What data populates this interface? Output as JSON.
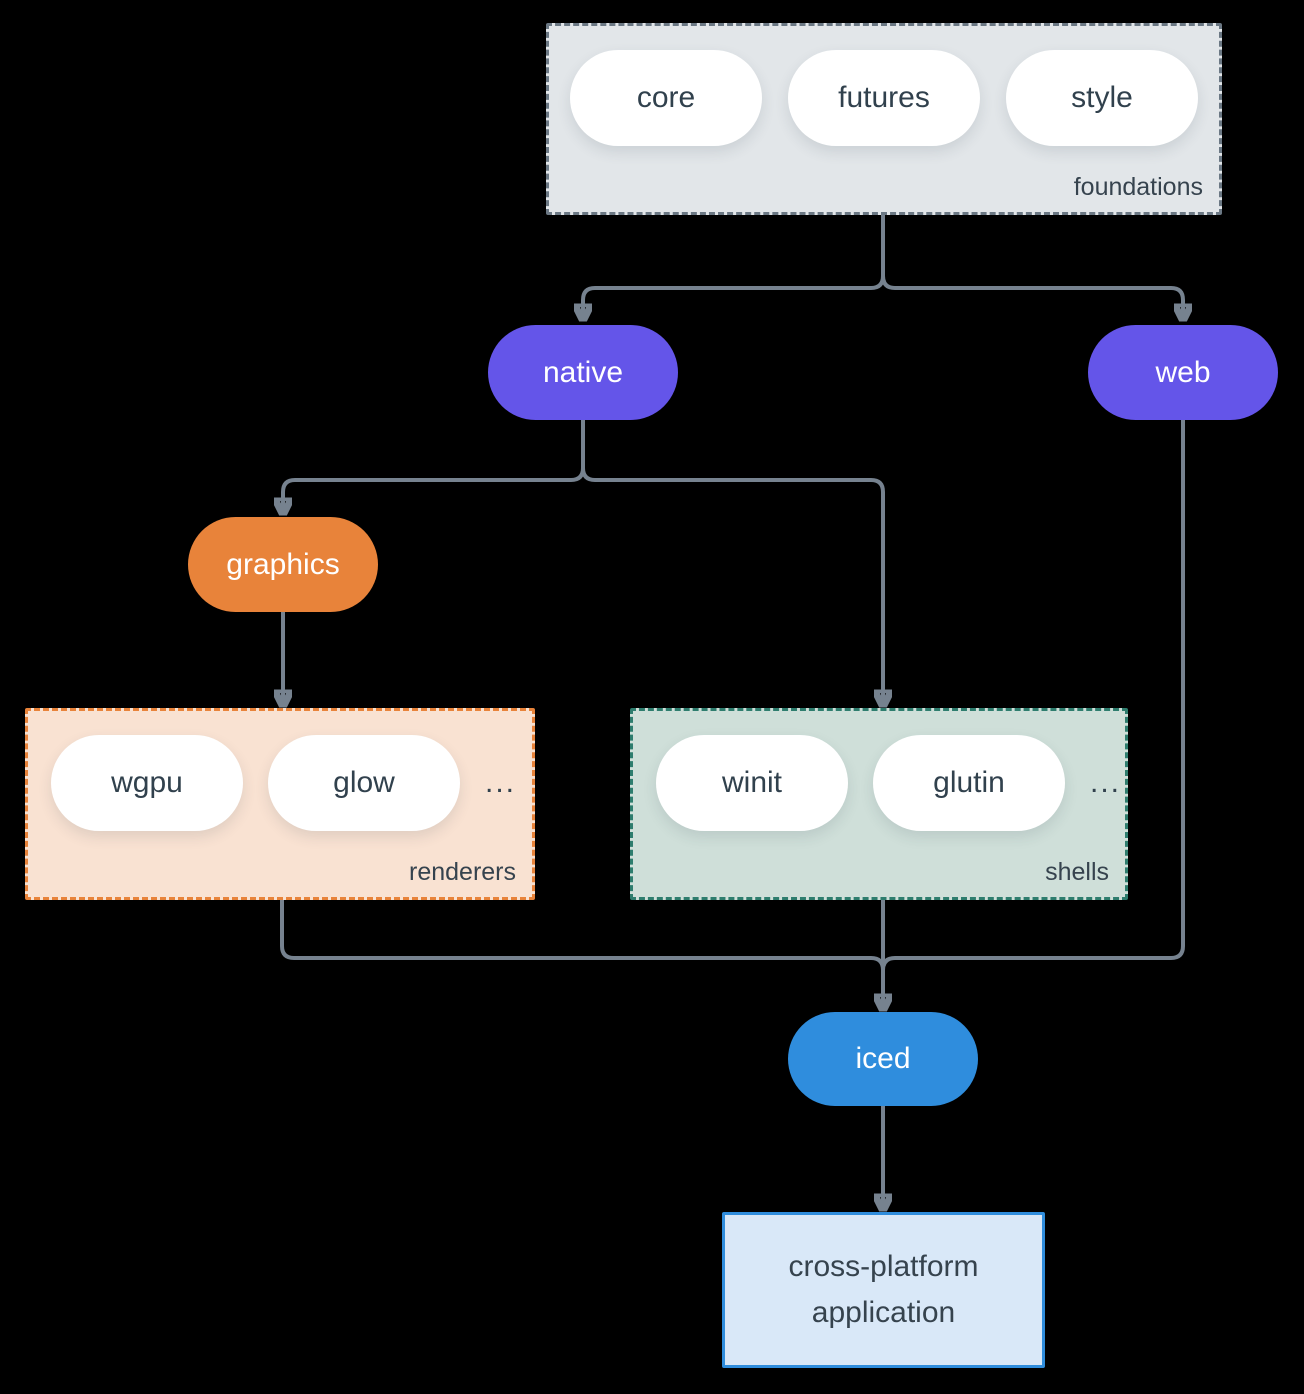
{
  "colors": {
    "bg": "#000000",
    "line": "#76828f",
    "purple": "#6455e9",
    "orange": "#e8833a",
    "blue": "#2f8ddd",
    "found-fill": "#e2e6e9",
    "found-border": "#6b7884",
    "rend-fill": "#f9e2d2",
    "shell-fill": "#cfdfd9",
    "shell-border": "#2e7d6e",
    "app-fill": "#d9e8f8",
    "ink": "#31414d",
    "label": "#36434e"
  },
  "foundations": {
    "label": "foundations",
    "pills": [
      "core",
      "futures",
      "style"
    ]
  },
  "renderers": {
    "label": "renderers",
    "pills": [
      "wgpu",
      "glow"
    ],
    "ellipsis": "..."
  },
  "shells": {
    "label": "shells",
    "pills": [
      "winit",
      "glutin"
    ],
    "ellipsis": "..."
  },
  "nodes": {
    "native": "native",
    "web": "web",
    "graphics": "graphics",
    "iced": "iced",
    "application": "cross-platform application"
  }
}
